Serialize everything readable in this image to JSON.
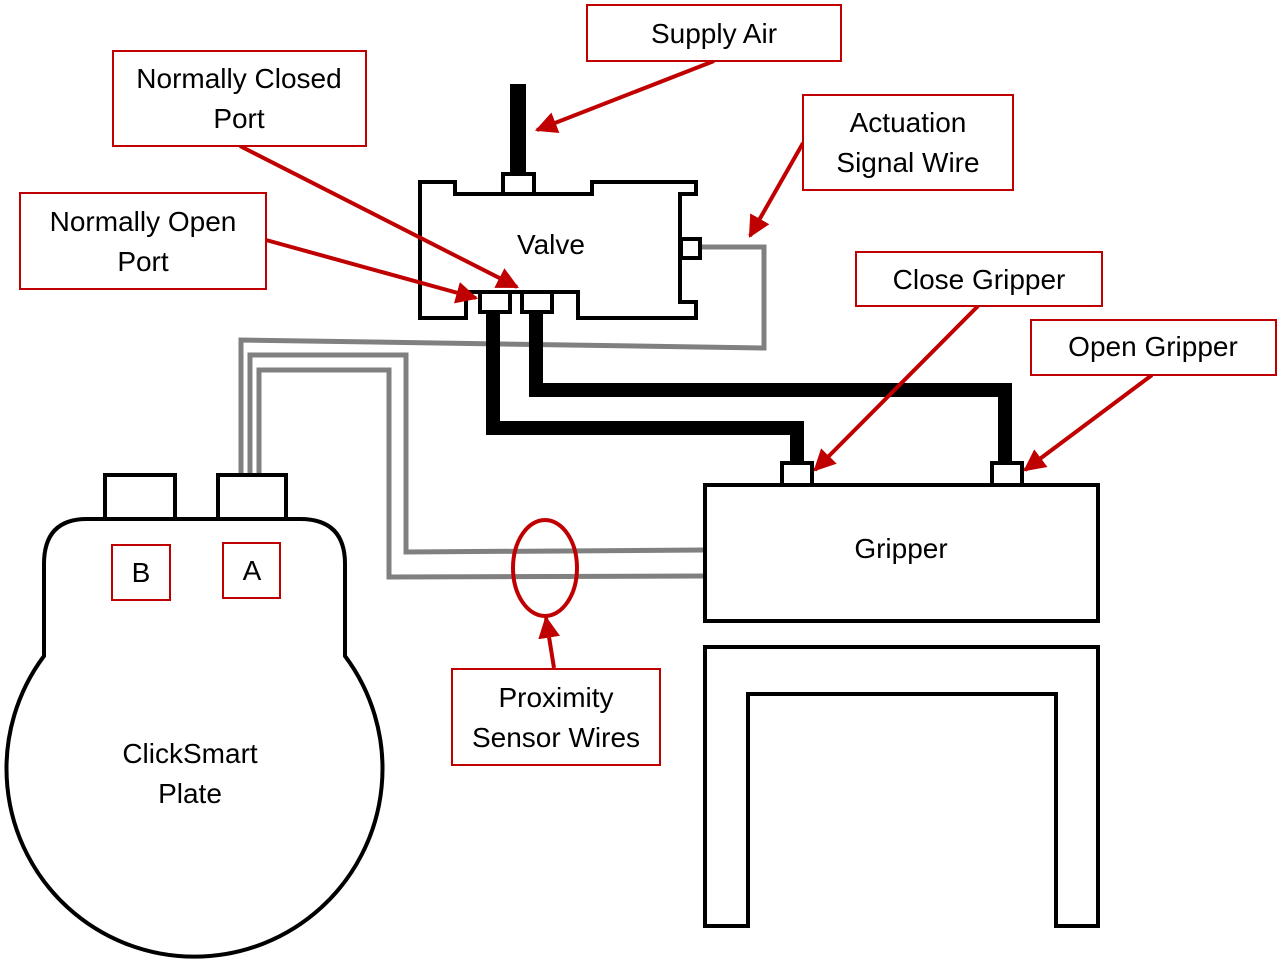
{
  "colors": {
    "callout": "#c00000",
    "tube": "#000000",
    "wire": "#808080"
  },
  "components": {
    "valve": "Valve",
    "gripper": "Gripper",
    "plate_line1": "ClickSmart",
    "plate_line2": "Plate",
    "port_b": "B",
    "port_a": "A"
  },
  "callouts": {
    "supply_air": "Supply Air",
    "normally_closed_line1": "Normally Closed",
    "normally_closed_line2": "Port",
    "normally_open_line1": "Normally Open",
    "normally_open_line2": "Port",
    "actuation_line1": "Actuation",
    "actuation_line2": "Signal Wire",
    "close_gripper": "Close Gripper",
    "open_gripper": "Open Gripper",
    "proximity_line1": "Proximity",
    "proximity_line2": "Sensor Wires"
  }
}
